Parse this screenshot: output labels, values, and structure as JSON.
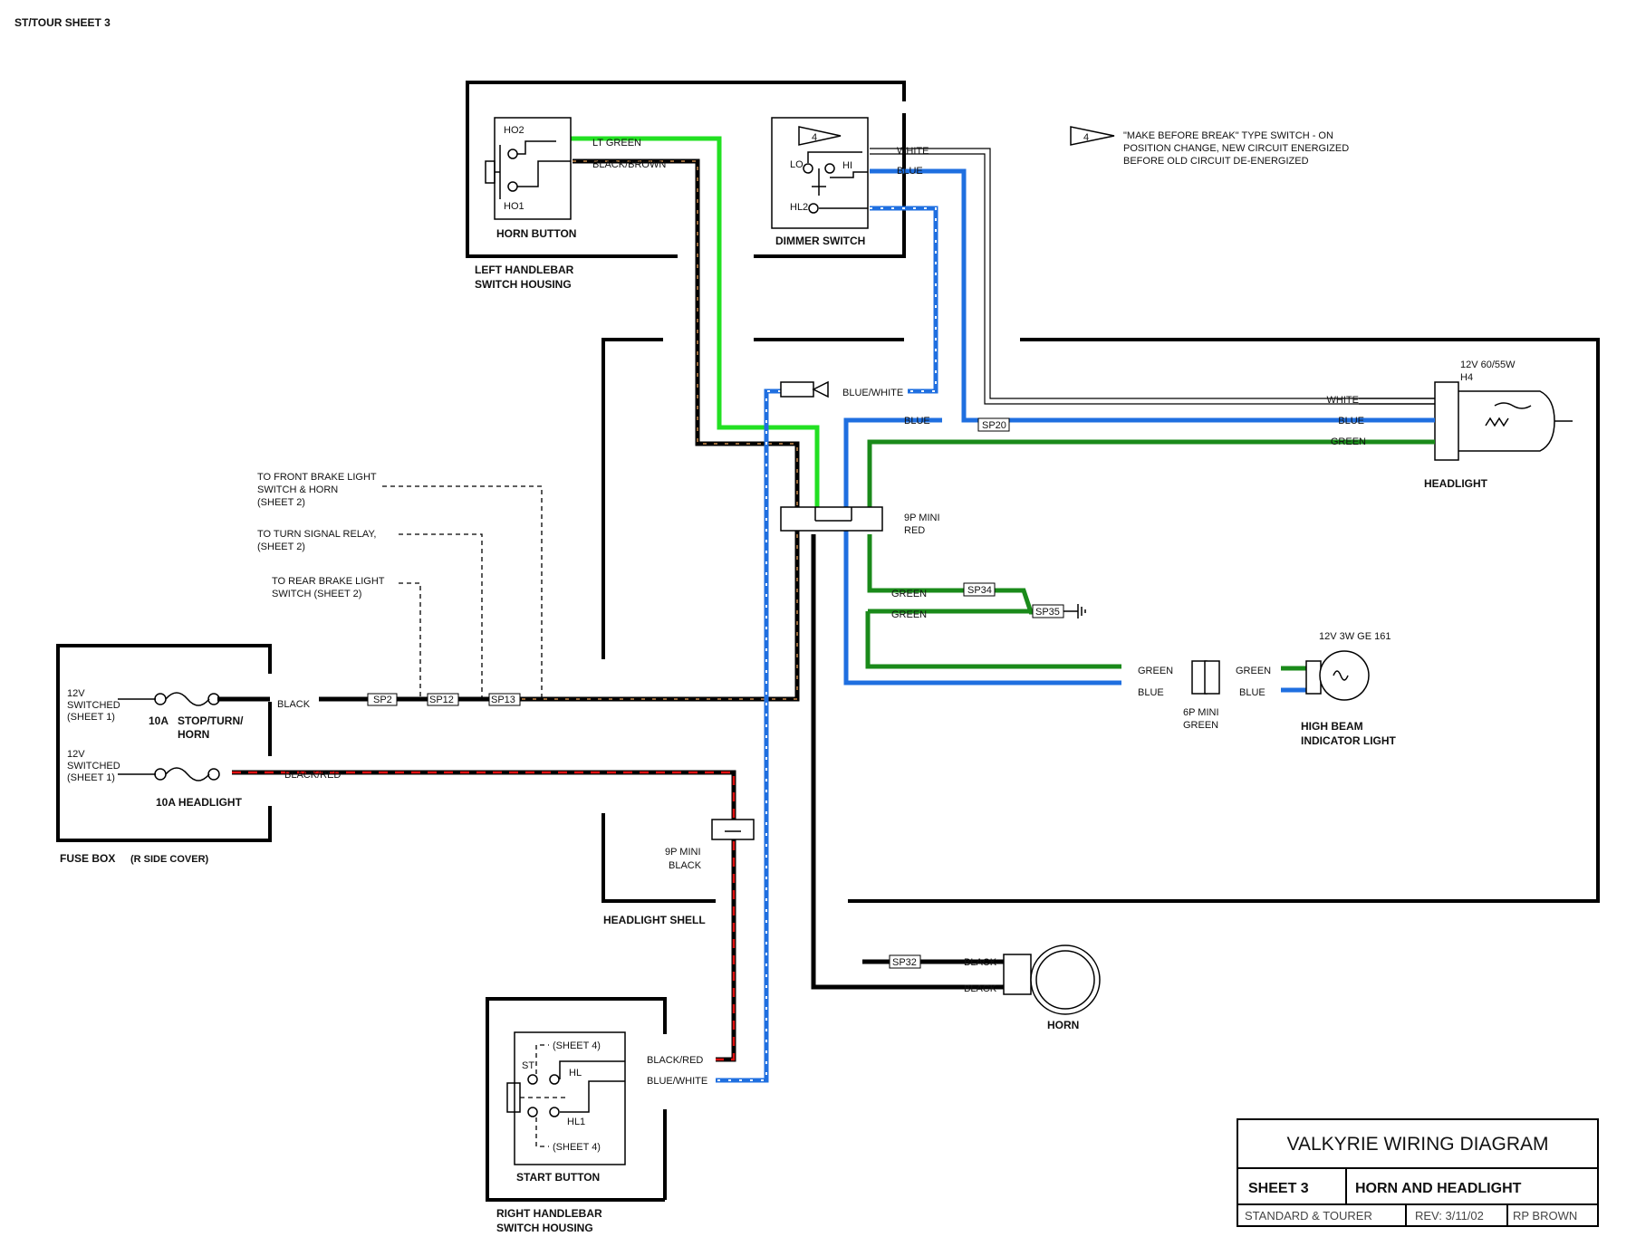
{
  "sheet_id": "ST/TOUR SHEET 3",
  "title_block": {
    "title": "VALKYRIE WIRING DIAGRAM",
    "sheet": "SHEET 3",
    "subject": "HORN AND HEADLIGHT",
    "models": "STANDARD & TOURER",
    "rev": "REV: 3/11/02",
    "author": "RP BROWN"
  },
  "note": {
    "symbol": "4",
    "line1": "\"MAKE BEFORE BREAK\" TYPE SWITCH - ON",
    "line2": "POSITION CHANGE, NEW CIRCUIT ENERGIZED",
    "line3": "BEFORE OLD CIRCUIT DE-ENERGIZED"
  },
  "left_housing": {
    "label1": "LEFT HANDLEBAR",
    "label2": "SWITCH HOUSING",
    "horn_button": "HORN BUTTON",
    "ho2": "HO2",
    "ho1": "HO1",
    "wire_ltgreen": "LT GREEN",
    "wire_blackbrown": "BLACK/BROWN",
    "dimmer_switch": "DIMMER SWITCH",
    "dimmer_symbol": "4",
    "lo": "LO",
    "hi": "HI",
    "hl2": "HL2",
    "wire_white": "WHITE",
    "wire_blue": "BLUE"
  },
  "headlight": {
    "spec1": "12V 60/55W",
    "spec2": "H4",
    "label": "HEADLIGHT",
    "wire_white": "WHITE",
    "wire_blue": "BLUE",
    "wire_green": "GREEN"
  },
  "shell": {
    "label": "HEADLIGHT SHELL",
    "wire_bluewhite": "BLUE/WHITE",
    "wire_blue": "BLUE",
    "sp20": "SP20",
    "mini9_red_1": "9P MINI",
    "mini9_red_2": "RED",
    "green_a": "GREEN",
    "green_b": "GREEN",
    "sp34": "SP34",
    "sp35": "SP35",
    "mini9_black_1": "9P MINI",
    "mini9_black_2": "BLACK"
  },
  "indicator": {
    "spec": "12V 3W GE 161",
    "label1": "HIGH BEAM",
    "label2": "INDICATOR LIGHT",
    "wire_green_l": "GREEN",
    "wire_blue_l": "BLUE",
    "wire_green_r": "GREEN",
    "wire_blue_r": "BLUE",
    "mini6_1": "6P MINI",
    "mini6_2": "GREEN"
  },
  "refs": {
    "front_brake_1": "TO FRONT BRAKE LIGHT",
    "front_brake_2": "SWITCH & HORN",
    "front_brake_3": "(SHEET 2)",
    "turn_relay_1": "TO TURN SIGNAL RELAY,",
    "turn_relay_2": "(SHEET 2)",
    "rear_brake_1": "TO REAR BRAKE LIGHT",
    "rear_brake_2": "SWITCH  (SHEET 2)"
  },
  "fuse_box": {
    "label": "FUSE BOX",
    "sublabel": "(R SIDE COVER)",
    "src1_1": "12V",
    "src1_2": "SWITCHED",
    "src1_3": "(SHEET 1)",
    "fuse1_a": "10A",
    "fuse1_b": "STOP/TURN/",
    "fuse1_c": "HORN",
    "src2_1": "12V",
    "src2_2": "SWITCHED",
    "src2_3": "(SHEET 1)",
    "fuse2": "10A HEADLIGHT",
    "wire_black": "BLACK",
    "wire_blackred": "BLACK/RED",
    "sp2": "SP2",
    "sp12": "SP12",
    "sp13": "SP13"
  },
  "horn": {
    "label": "HORN",
    "sp32": "SP32",
    "wire_black1": "BLACK",
    "wire_black2": "BLACK"
  },
  "right_housing": {
    "label1": "RIGHT HANDLEBAR",
    "label2": "SWITCH HOUSING",
    "start_button": "START BUTTON",
    "sheet4_top": "(SHEET 4)",
    "sheet4_bottom": "(SHEET 4)",
    "st": "ST",
    "hl": "HL",
    "hl1": "HL1",
    "wire_blackred": "BLACK/RED",
    "wire_bluewhite": "BLUE/WHITE"
  },
  "colors": {
    "green": "#1a8a1a",
    "lt_green": "#22e022",
    "blue": "#1f6fe0",
    "red": "#e01010",
    "brown": "#9a6a3a"
  }
}
